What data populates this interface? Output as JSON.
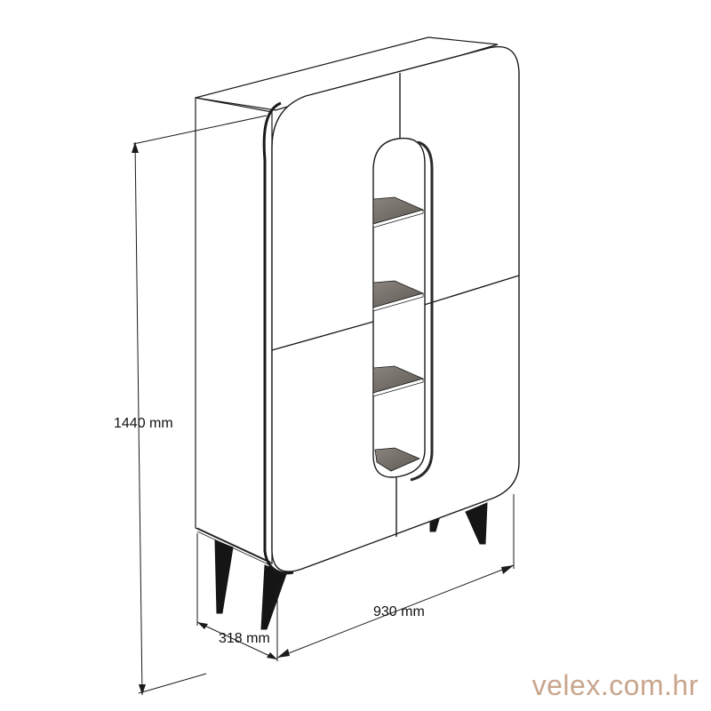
{
  "dimensions": {
    "height": "1440 mm",
    "width": "930 mm",
    "depth": "318 mm"
  },
  "watermark": "velex.com.hr",
  "colors": {
    "line": "#1a1a1a",
    "surface": "#ffffff",
    "shadow": "#6f6a64",
    "leg": "#151515",
    "watermark": "#c9a58c"
  }
}
